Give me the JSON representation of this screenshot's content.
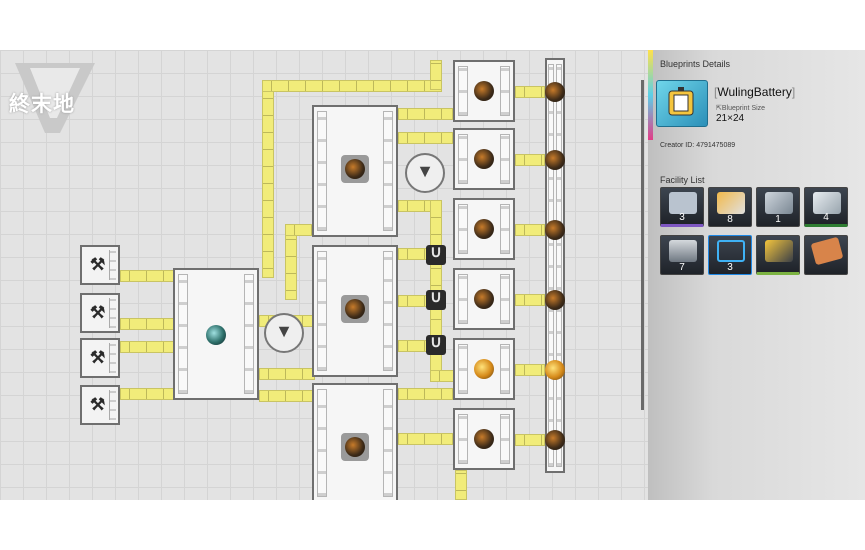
{
  "panel": {
    "header": "Blueprints Details",
    "name": "WulingBattery",
    "size_label": "Blueprint Size",
    "size_value": "21×24",
    "creator_label": "Creator ID:",
    "creator_id": "4791475089",
    "facility_list_label": "Facility List",
    "facilities": [
      {
        "count": "3",
        "icon": "crusher-icon",
        "accent": "#7e57c2"
      },
      {
        "count": "8",
        "icon": "refinery-icon",
        "accent": "#3a3f47"
      },
      {
        "count": "1",
        "icon": "mover-icon",
        "accent": "#3a3f47"
      },
      {
        "count": "4",
        "icon": "packager-icon",
        "accent": "#2e7d32"
      },
      {
        "count": "7",
        "icon": "pylon-icon",
        "accent": "#3a3f47"
      },
      {
        "count": "3",
        "icon": "grid-box-icon",
        "accent": "#1e88e5"
      },
      {
        "count": "",
        "icon": "splitter-icon",
        "accent": "#7cb342"
      },
      {
        "count": "",
        "icon": "floor-tile-icon",
        "accent": "#3a3f47"
      }
    ]
  },
  "colors": {
    "belt": "#f1ec7a",
    "panel_accent": "#5bd0e8",
    "panel_accent_pink": "#e33c87"
  },
  "logo_text": "終末地"
}
